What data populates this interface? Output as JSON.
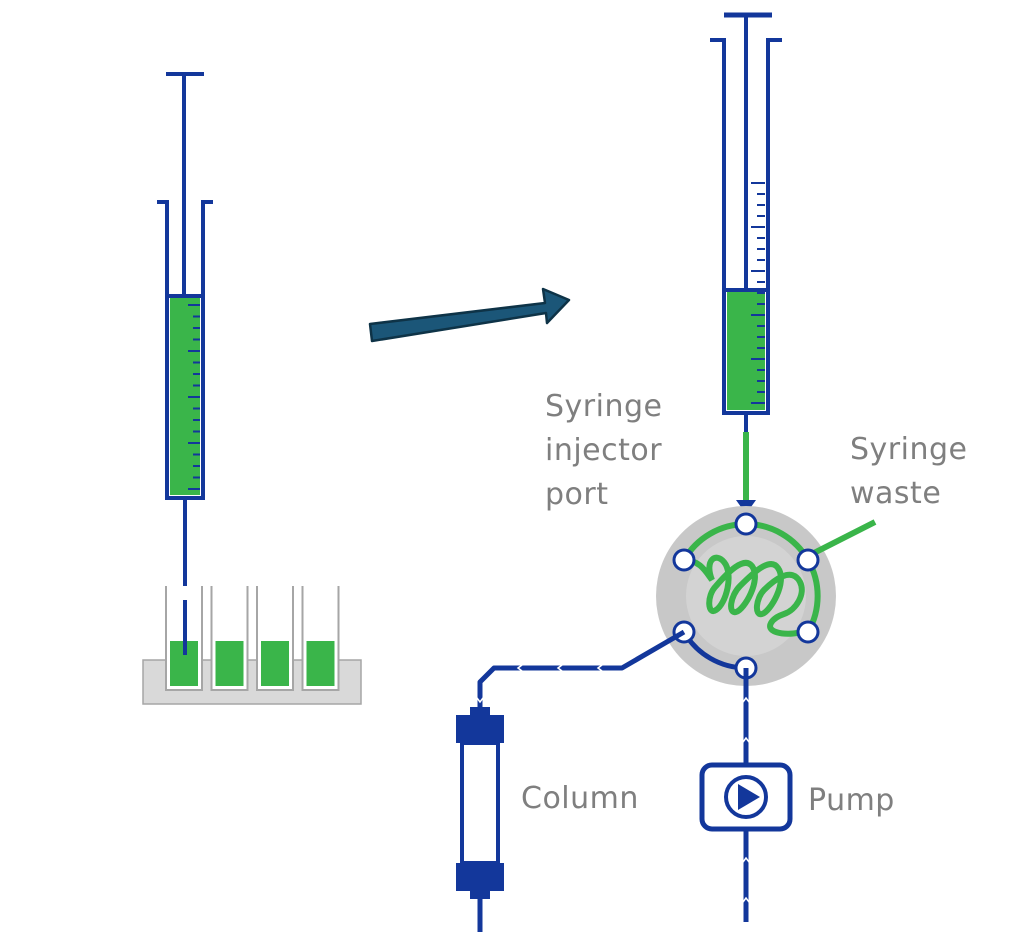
{
  "labels": {
    "injector_port": [
      "Syringe",
      "injector",
      "port"
    ],
    "waste": [
      "Syringe",
      "waste"
    ],
    "column": "Column",
    "pump": "Pump"
  },
  "colors": {
    "blue": "#13379b",
    "green": "#3ab54a",
    "valve_gray": "#c8c8c8",
    "rack_gray": "#d9d9d9",
    "arrow": "#1b5678",
    "label_text": "#7f7f7f"
  },
  "vials": {
    "count": 4,
    "filled": true
  }
}
